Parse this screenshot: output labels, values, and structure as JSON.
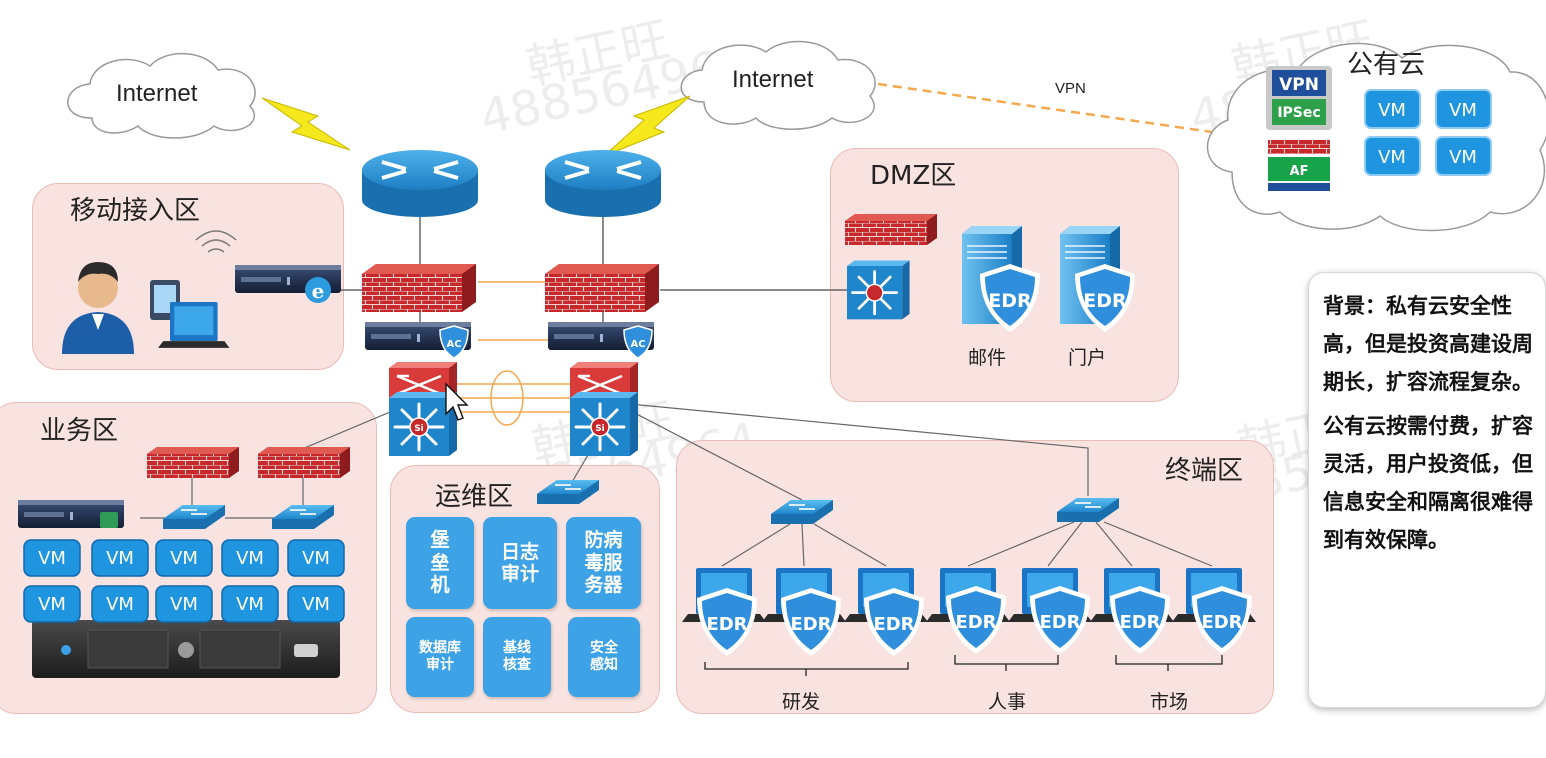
{
  "clouds": {
    "internet_left": "Internet",
    "internet_right": "Internet",
    "vpn_link": "VPN",
    "public_cloud": {
      "title": "公有云",
      "vpn_top": "VPN",
      "vpn_bottom": "IPSec",
      "firewall_badge": "AF",
      "vms": [
        "VM",
        "VM",
        "VM",
        "VM"
      ]
    }
  },
  "zones": {
    "mobile": {
      "title": "移动接入区"
    },
    "dmz": {
      "title": "DMZ区",
      "servers": [
        {
          "badge": "EDR",
          "label": "邮件"
        },
        {
          "badge": "EDR",
          "label": "门户"
        }
      ]
    },
    "business": {
      "title": "业务区",
      "vm_label": "VM"
    },
    "ops": {
      "title": "运维区",
      "tiles": [
        "堡垒机",
        "日志审计",
        "防病毒服务器",
        "数据库审计",
        "基线核查",
        "安全感知"
      ]
    },
    "terminal": {
      "title": "终端区",
      "edr_badge": "EDR",
      "groups": [
        "研发",
        "人事",
        "市场"
      ]
    }
  },
  "badges": {
    "ac": "AC",
    "si": "Si"
  },
  "background_text": {
    "heading": "背景：私有云安全性高，但是投资高建设周期长，扩容流程复杂。",
    "body": "公有云按需付费，扩容灵活，用户投资低，但信息安全和隔离很难得到有效保障。"
  },
  "watermarks": [
    "韩正旺",
    "488564964"
  ],
  "colors": {
    "zone_fill": "#f9e3e0",
    "firewall_red": "#c6282b",
    "router_blue": "#1f7fc4",
    "tile_blue": "#3ea2e6",
    "edr_shield": "#2f8fdc",
    "link_orange": "#f4a94e",
    "lightning": "#f5e81d"
  }
}
